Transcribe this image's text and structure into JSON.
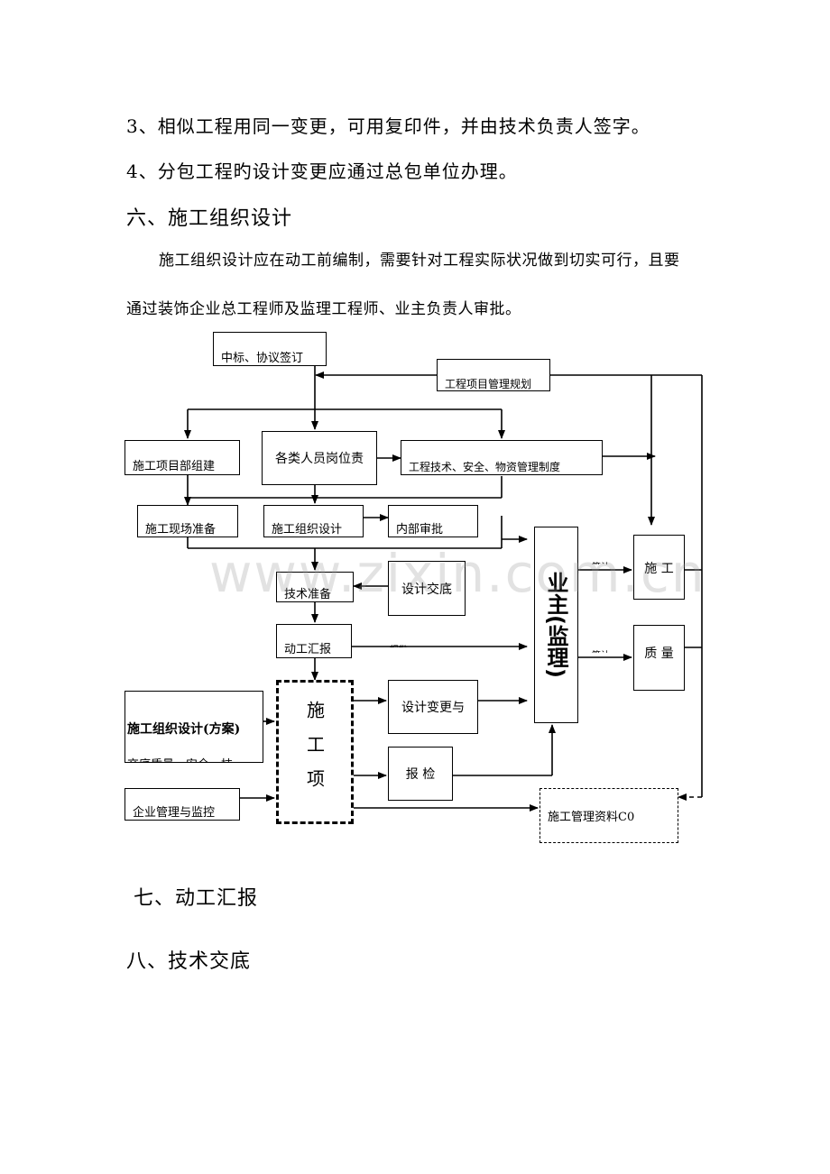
{
  "text": {
    "item3": "3、相似工程用同一变更，可用复印件，并由技术负责人签字。",
    "item4": "4、分包工程旳设计变更应通过总包单位办理。",
    "section6": "六、施工组织设计",
    "para6_line1": "施工组织设计应在动工前编制，需要针对工程实际状况做到切实可行，且要",
    "para6_line2": "通过装饰企业总工程师及监理工程师、业主负责人审批。",
    "section7": "七、动工汇报",
    "section8": "八、技术交底"
  },
  "watermark": "www.zixin.com.cn",
  "flowchart": {
    "bid": "中标、协议签订",
    "plan": "工程项目管理规划",
    "dept": "施工项目部组建",
    "roles": "各类人员岗位责",
    "tech_safety": "工程技术、安全、物资管理制度",
    "site_prep": "施工现场准备",
    "org_design": "施工组织设计",
    "internal_review": "内部审批",
    "tech_prep": "技术准备",
    "design_brief": "设计交底",
    "start_report": "动工汇报",
    "report_label": "报批",
    "project": "施工项",
    "design_change": "设计变更与",
    "inspection": "报  检",
    "owner": "业主(监理)",
    "sign1": "签认",
    "sign2": "签认",
    "construction": "施  工",
    "quality": "质  量",
    "org_design_plan": "施工组织设计(方案)",
    "quality_safety": "交底质量、安全、技",
    "enterprise_mgmt": "企业管理与监控",
    "records": "施工管理资料C0"
  }
}
